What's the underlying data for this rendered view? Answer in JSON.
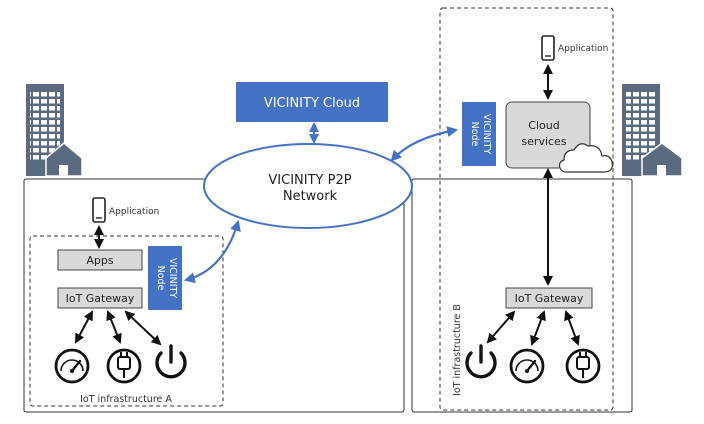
{
  "labels": {
    "vicinity_cloud": "VICINITY Cloud",
    "p2p_line1": "VICINITY P2P",
    "p2p_line2": "Network",
    "vicinity_node_line1": "VICINITY",
    "vicinity_node_line2": "Node",
    "cloud_services_line1": "Cloud",
    "cloud_services_line2": "services",
    "application": "Application",
    "apps": "Apps",
    "iot_gateway": "IoT Gateway",
    "iot_infra_a": "IoT infrastructure A",
    "iot_infra_b": "IoT infrastructure B"
  },
  "colors": {
    "vicinity_blue": "#4472c4",
    "box_gray": "#d9d9d9",
    "icon_dark": "#111111",
    "building": "#5a6b80"
  }
}
